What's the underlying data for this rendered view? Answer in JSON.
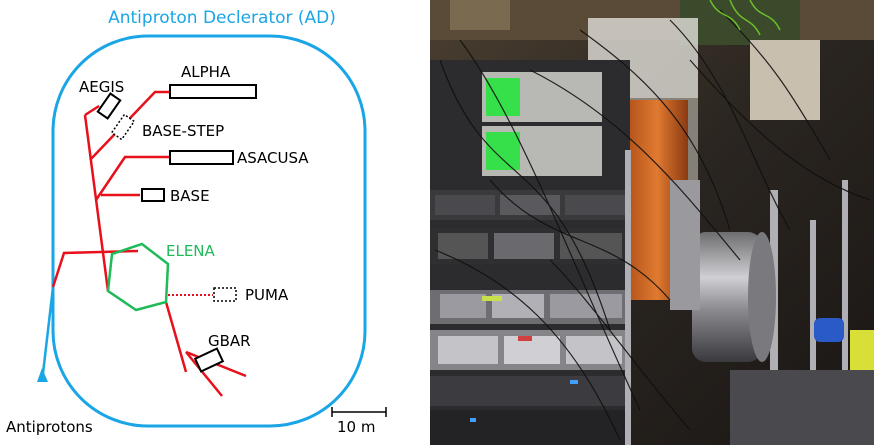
{
  "diagram": {
    "title": "Antiproton Declerator (AD)",
    "ring_color": "#1aa6e6",
    "beamline_color": "#e8101a",
    "decelerator_color": "#1fba5a",
    "labels": {
      "alpha": "ALPHA",
      "aegis": "AEGIS",
      "base_step": "BASE-STEP",
      "asacusa": "ASACUSA",
      "base": "BASE",
      "elena": "ELENA",
      "puma": "PUMA",
      "gbar": "GBAR",
      "antiprotons": "Antiprotons",
      "scale": "10 m"
    }
  },
  "photo": {
    "subject": "experimental-apparatus-with-electronics-racks"
  }
}
